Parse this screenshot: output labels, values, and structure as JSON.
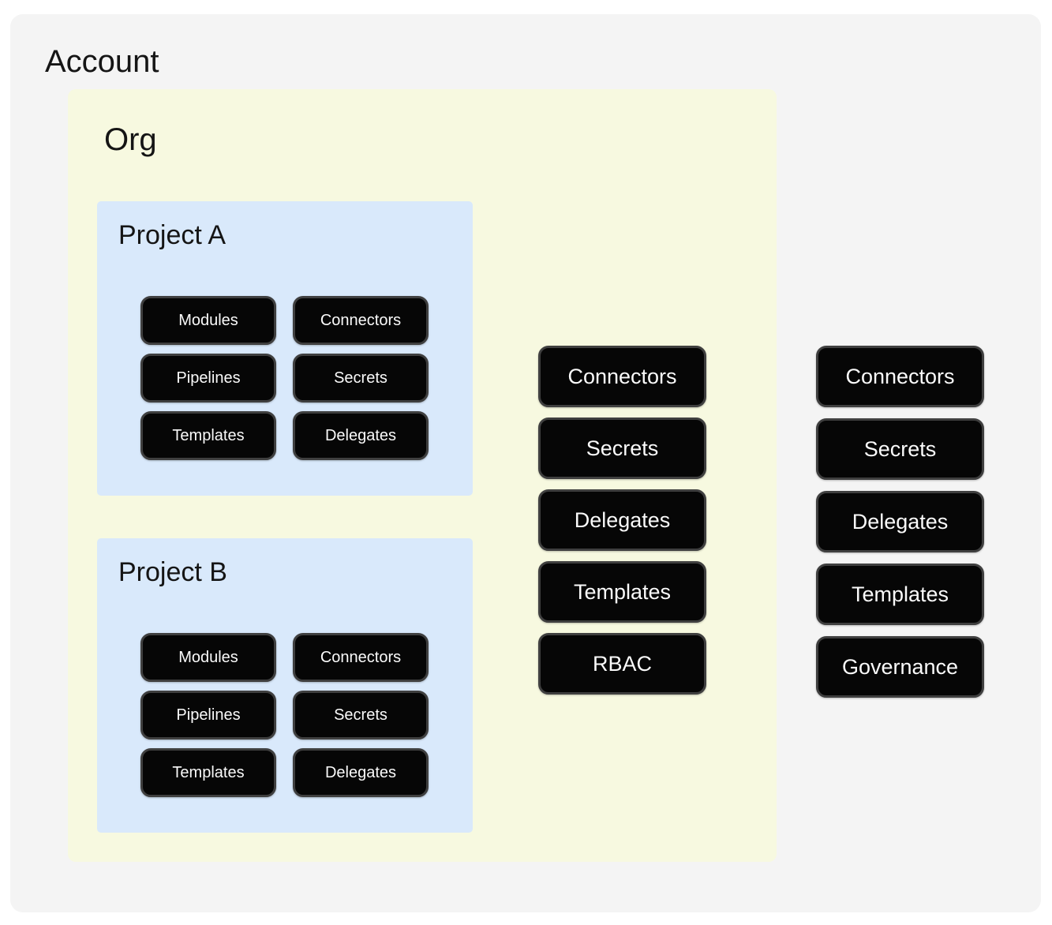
{
  "account": {
    "title": "Account",
    "chips": [
      "Connectors",
      "Secrets",
      "Delegates",
      "Templates",
      "Governance"
    ]
  },
  "org": {
    "title": "Org",
    "chips": [
      "Connectors",
      "Secrets",
      "Delegates",
      "Templates",
      "RBAC"
    ],
    "projects": [
      {
        "title": "Project A",
        "chips": [
          "Modules",
          "Connectors",
          "Pipelines",
          "Secrets",
          "Templates",
          "Delegates"
        ]
      },
      {
        "title": "Project B",
        "chips": [
          "Modules",
          "Connectors",
          "Pipelines",
          "Secrets",
          "Templates",
          "Delegates"
        ]
      }
    ]
  },
  "colors": {
    "page_bg": "#ffffff",
    "account_bg": "#f4f4f4",
    "org_bg": "#f7f9e0",
    "project_bg": "#d9e9fb",
    "chip_bg": "#060606",
    "chip_border": "#3f3f3f",
    "chip_text": "#fafafa",
    "title_text": "#151515"
  }
}
